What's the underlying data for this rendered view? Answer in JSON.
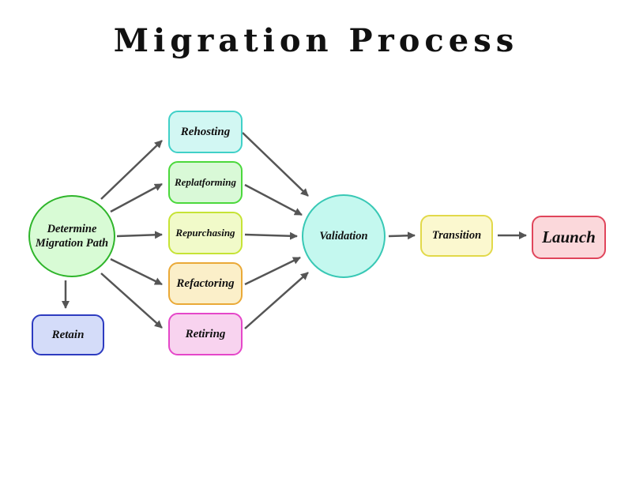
{
  "title": "Migration Process",
  "nodes": {
    "determine": "Determine Migration Path",
    "retain": "Retain",
    "rehosting": "Rehosting",
    "replatforming": "Replatforming",
    "repurchasing": "Repurchasing",
    "refactoring": "Refactoring",
    "retiring": "Retiring",
    "validation": "Validation",
    "transition": "Transition",
    "launch": "Launch"
  },
  "colors": {
    "arrow": "#555555",
    "determine": "#2fb52b",
    "retain": "#2d3bc0",
    "rehosting": "#40d0c8",
    "replatforming": "#4bd83c",
    "repurchasing": "#c6e336",
    "refactoring": "#eaa937",
    "retiring": "#e547c9",
    "validation": "#38c8b5",
    "transition": "#e2d94a",
    "launch": "#e0455b"
  },
  "edges": [
    [
      "determine",
      "retain"
    ],
    [
      "determine",
      "rehosting"
    ],
    [
      "determine",
      "replatforming"
    ],
    [
      "determine",
      "repurchasing"
    ],
    [
      "determine",
      "refactoring"
    ],
    [
      "determine",
      "retiring"
    ],
    [
      "rehosting",
      "validation"
    ],
    [
      "replatforming",
      "validation"
    ],
    [
      "repurchasing",
      "validation"
    ],
    [
      "refactoring",
      "validation"
    ],
    [
      "retiring",
      "validation"
    ],
    [
      "validation",
      "transition"
    ],
    [
      "transition",
      "launch"
    ]
  ]
}
